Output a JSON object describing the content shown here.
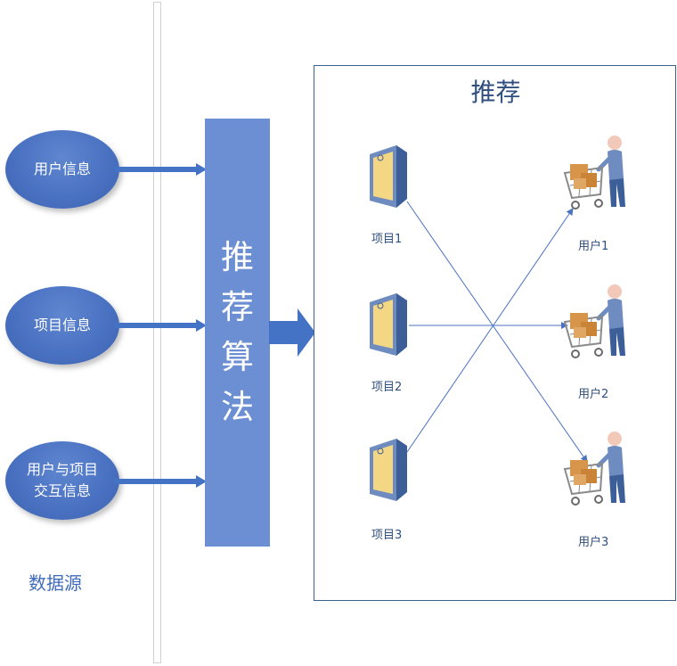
{
  "sources": {
    "user_info": [
      "用户信息"
    ],
    "item_info": [
      "项目信息"
    ],
    "interaction_info": [
      "用户与项目",
      "交互信息"
    ],
    "label": "数据源"
  },
  "algorithm": {
    "chars": [
      "推",
      "荐",
      "算",
      "法"
    ]
  },
  "recommendation": {
    "title": "推荐",
    "items": [
      "项目1",
      "项目2",
      "项目3"
    ],
    "users": [
      "用户1",
      "用户2",
      "用户3"
    ],
    "links": [
      {
        "from": "项目1",
        "to": "用户3"
      },
      {
        "from": "项目2",
        "to": "用户2"
      },
      {
        "from": "项目3",
        "to": "用户1"
      }
    ]
  },
  "colors": {
    "ellipse_fill": "#4a72c2",
    "algorithm_box": "#6b8fd2",
    "arrow": "#4472c4",
    "line": "#4a72c2",
    "text_blue": "#3f6bbd"
  }
}
